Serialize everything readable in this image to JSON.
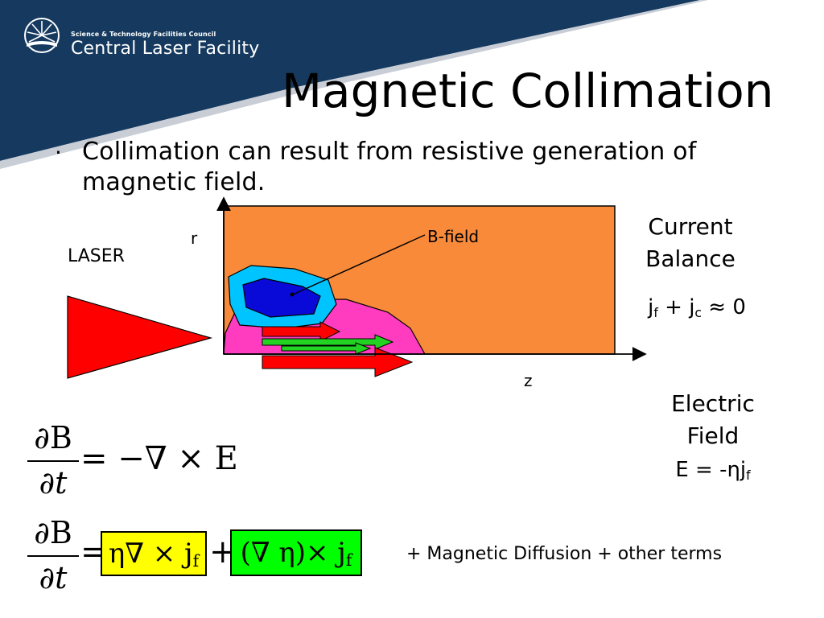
{
  "header": {
    "org_line": "Science & Technology Facilities Council",
    "facility": "Central Laser Facility",
    "logo_icon": "radiating-sun-logo-icon"
  },
  "slide": {
    "title": "Magnetic Collimation",
    "bullet": "Collimation can result from resistive generation of magnetic field."
  },
  "diagram": {
    "laser_label": "LASER",
    "r_axis": "r",
    "z_axis": "z",
    "bfield_label": "B-field"
  },
  "current_balance": {
    "heading_line1": "Current",
    "heading_line2": "Balance",
    "eq_j": "j",
    "eq_f": "f",
    "eq_mid": " + j",
    "eq_c": "c",
    "eq_end": " ≈ 0"
  },
  "electric_field": {
    "line1": "Electric",
    "line2": "Field",
    "eq_start": "E = -ηj",
    "eq_sub": "f"
  },
  "equations": {
    "partial_B": "∂B",
    "partial_t": "∂t",
    "eq1_rhs": "= −∇ × E",
    "equals": "=",
    "term1": "η∇ × j",
    "term1_sub": "f",
    "plus": "+",
    "term2": "(∇ η)× j",
    "term2_sub": "f",
    "extra": "+ Magnetic Diffusion + other terms"
  },
  "colors": {
    "banner": "#163a5f",
    "target": "#f98a3a",
    "laser": "#ff0000",
    "contour_outer": "#ff3bbf",
    "contour_cyan": "#00c4ff",
    "contour_blue": "#0a0ad8",
    "arrow_red": "#ff0000",
    "arrow_green": "#22d322",
    "term1_bg": "#ffff00",
    "term2_bg": "#00ff00"
  }
}
